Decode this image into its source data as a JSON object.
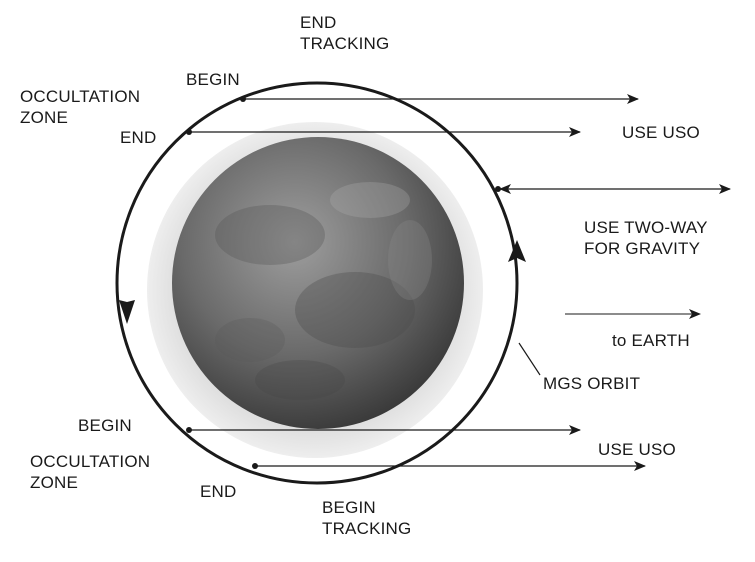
{
  "labels": {
    "end_tracking": [
      "END",
      "TRACKING"
    ],
    "top_begin": "BEGIN",
    "top_occultation_zone": [
      "OCCULTATION",
      "ZONE"
    ],
    "top_end": "END",
    "top_use_uso": "USE USO",
    "use_two_way": [
      "USE TWO-WAY",
      "FOR GRAVITY"
    ],
    "to_earth": "to EARTH",
    "mgs_orbit": "MGS ORBIT",
    "bottom_begin": "BEGIN",
    "bottom_occultation_zone": [
      "OCCULTATION",
      "ZONE"
    ],
    "bottom_end": "END",
    "bottom_use_uso": "USE USO",
    "begin_tracking": [
      "BEGIN",
      "TRACKING"
    ]
  },
  "colors": {
    "ink": "#1a1a1a",
    "atmosphere": "#e2e2e2",
    "planet_light": "#9a9a9a",
    "planet_dark": "#3a3a3a"
  }
}
